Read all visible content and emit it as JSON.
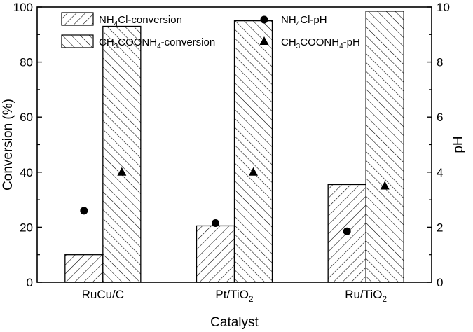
{
  "chart_data": {
    "type": "bar",
    "xlabel": "Catalyst",
    "ylabel": "Conversion (%)",
    "y2label": "pH",
    "ylim": [
      0,
      100
    ],
    "y2lim": [
      0,
      10
    ],
    "yticks": [
      "0",
      "20",
      "40",
      "60",
      "80",
      "100"
    ],
    "y2ticks": [
      "0",
      "2",
      "4",
      "6",
      "8",
      "10"
    ],
    "categories": [
      {
        "base": "RuCu/C",
        "sub": ""
      },
      {
        "base": "Pt/TiO",
        "sub": "2"
      },
      {
        "base": "Ru/TiO",
        "sub": "2"
      }
    ],
    "series": [
      {
        "legend": [
          {
            "t": "NH"
          },
          {
            "t": "4",
            "sub": true
          },
          {
            "t": "Cl-conversion"
          }
        ],
        "kind": "bar",
        "hatch": "forward",
        "values": [
          10.0,
          20.5,
          35.5
        ]
      },
      {
        "legend": [
          {
            "t": "CH"
          },
          {
            "t": "3",
            "sub": true
          },
          {
            "t": "COONH"
          },
          {
            "t": "4",
            "sub": true
          },
          {
            "t": "-conversion"
          }
        ],
        "kind": "bar",
        "hatch": "backward",
        "values": [
          93.0,
          95.0,
          98.5
        ]
      },
      {
        "legend": [
          {
            "t": "NH"
          },
          {
            "t": "4",
            "sub": true
          },
          {
            "t": "Cl-pH"
          }
        ],
        "kind": "point",
        "marker": "circle",
        "axis": "right",
        "values": [
          2.6,
          2.15,
          1.85
        ]
      },
      {
        "legend": [
          {
            "t": "CH"
          },
          {
            "t": "3",
            "sub": true
          },
          {
            "t": "COONH"
          },
          {
            "t": "4",
            "sub": true
          },
          {
            "t": "-pH"
          }
        ],
        "kind": "point",
        "marker": "triangle",
        "axis": "right",
        "values": [
          4.0,
          4.0,
          3.5
        ]
      }
    ],
    "legend_position": "top",
    "grid": false
  }
}
